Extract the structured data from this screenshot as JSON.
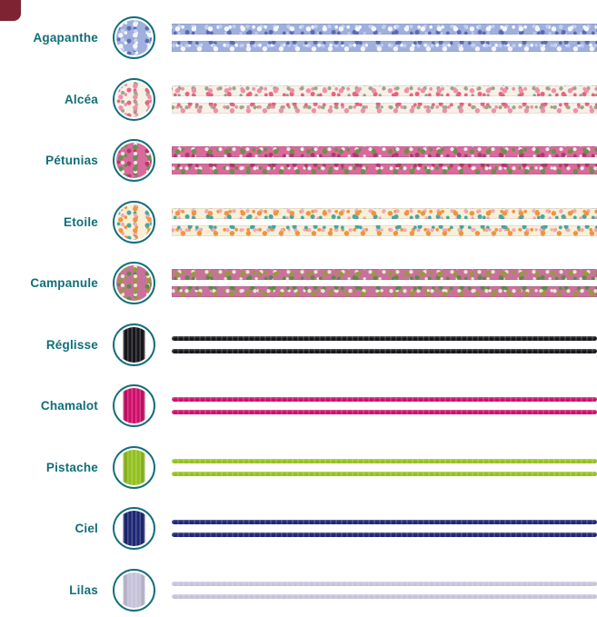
{
  "page": {
    "background": "#ffffff",
    "accent_teal": "#116e79"
  },
  "corner_fragment": {
    "color": "#7d2332"
  },
  "rows": [
    {
      "label": "Agapanthe",
      "type": "floral",
      "colors": {
        "c1": "#9fb0dd",
        "c2": "#f5f6fb",
        "c3": "#5b6cb5",
        "c4": "#c3cdf0"
      }
    },
    {
      "label": "Alcéa",
      "type": "floral",
      "colors": {
        "c1": "#f6f1e6",
        "c2": "#ef8fae",
        "c3": "#e8657f",
        "c4": "#9aa58a"
      }
    },
    {
      "label": "Pétunias",
      "type": "floral",
      "colors": {
        "c1": "#d96a9b",
        "c2": "#6b8f4e",
        "c3": "#b23a6b",
        "c4": "#f2e8ef"
      }
    },
    {
      "label": "Etoile",
      "type": "floral",
      "colors": {
        "c1": "#f7efd8",
        "c2": "#ef9440",
        "c3": "#46a8a2",
        "c4": "#f2a9b8"
      }
    },
    {
      "label": "Campanule",
      "type": "floral",
      "colors": {
        "c1": "#c9719c",
        "c2": "#97993d",
        "c3": "#5c8a4a",
        "c4": "#efe6d8"
      }
    },
    {
      "label": "Réglisse",
      "type": "solid",
      "colors": {
        "c1": "#17171c"
      }
    },
    {
      "label": "Chamalot",
      "type": "solid",
      "colors": {
        "c1": "#cf0f6a"
      }
    },
    {
      "label": "Pistache",
      "type": "solid",
      "colors": {
        "c1": "#93c11e"
      }
    },
    {
      "label": "Ciel",
      "type": "solid",
      "colors": {
        "c1": "#1f2776"
      }
    },
    {
      "label": "Lilas",
      "type": "solid",
      "colors": {
        "c1": "#c6c2da"
      }
    }
  ]
}
